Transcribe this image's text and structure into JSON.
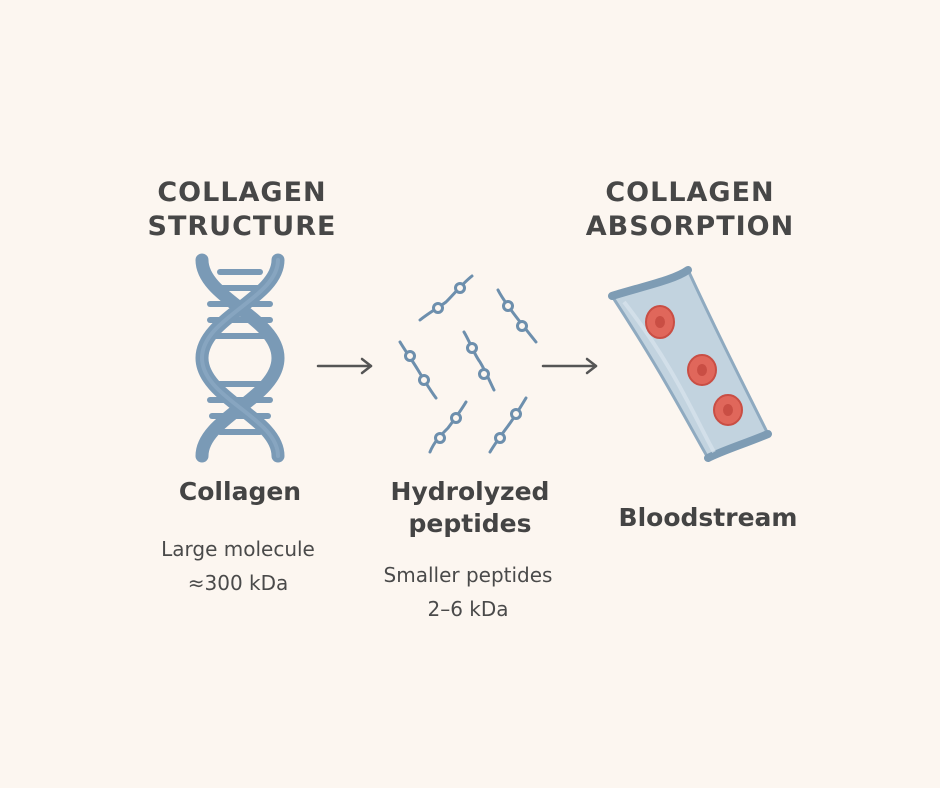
{
  "colors": {
    "background": "#FCF6F0",
    "dna_blue": "#7A9AB6",
    "peptide_blue": "#6D8FAD",
    "vessel_fill": "#C2D3DF",
    "cell_red": "#E0675B",
    "arrow": "#555555"
  },
  "structure": {
    "heading_line1": "COLLAGEN",
    "heading_line2": "STRUCTURE",
    "icon": "dna-helix-icon",
    "label": "Collagen",
    "sub_line1": "Large molecule",
    "sub_line2": "≈300 kDa"
  },
  "peptides": {
    "icon": "peptide-chains-icon",
    "label_line1": "Hydrolyzed",
    "label_line2": "peptides",
    "sub_line1": "Smaller peptides",
    "sub_line2": "2–6 kDa"
  },
  "absorption": {
    "heading_line1": "COLLAGEN",
    "heading_line2": "ABSORPTION",
    "icon": "blood-vessel-icon",
    "label": "Bloodstream"
  },
  "arrows": [
    "arrow-right-icon",
    "arrow-right-icon"
  ]
}
